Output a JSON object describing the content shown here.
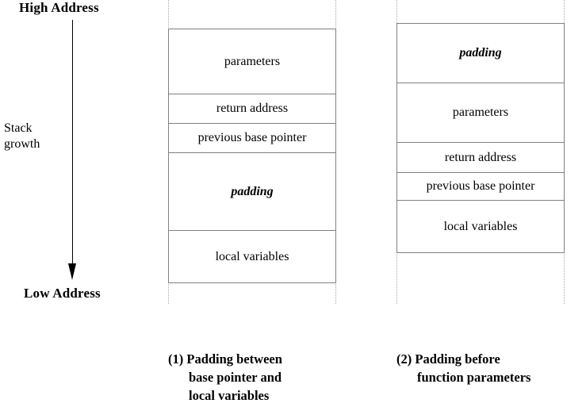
{
  "diagram": {
    "axis": {
      "high_label": "High Address",
      "low_label": "Low Address",
      "growth_line1": "Stack",
      "growth_line2": "growth",
      "arrow_icon": "down-arrow-icon"
    },
    "stacks": [
      {
        "id": "stack-1",
        "cells": [
          {
            "label": "parameters",
            "height": 82,
            "style": "normal"
          },
          {
            "label": "return address",
            "height": 37,
            "style": "normal"
          },
          {
            "label": "previous base pointer",
            "height": 37,
            "style": "normal"
          },
          {
            "label": "padding",
            "height": 98,
            "style": "italic"
          },
          {
            "label": "local variables",
            "height": 65,
            "style": "normal"
          }
        ],
        "caption": {
          "line1": "(1) Padding between",
          "line2": "base pointer and",
          "line3": "local variables"
        }
      },
      {
        "id": "stack-2",
        "cells": [
          {
            "label": "padding",
            "height": 75,
            "style": "italic"
          },
          {
            "label": "parameters",
            "height": 75,
            "style": "normal"
          },
          {
            "label": "return address",
            "height": 38,
            "style": "normal"
          },
          {
            "label": "previous base pointer",
            "height": 35,
            "style": "normal"
          },
          {
            "label": "local variables",
            "height": 65,
            "style": "normal"
          }
        ],
        "caption": {
          "line1": "(2) Padding before",
          "line2": "function parameters",
          "line3": ""
        }
      }
    ],
    "colors": {
      "border": "#808080",
      "guide": "#aaaaaa",
      "text": "#000000",
      "background": "#ffffff"
    }
  }
}
